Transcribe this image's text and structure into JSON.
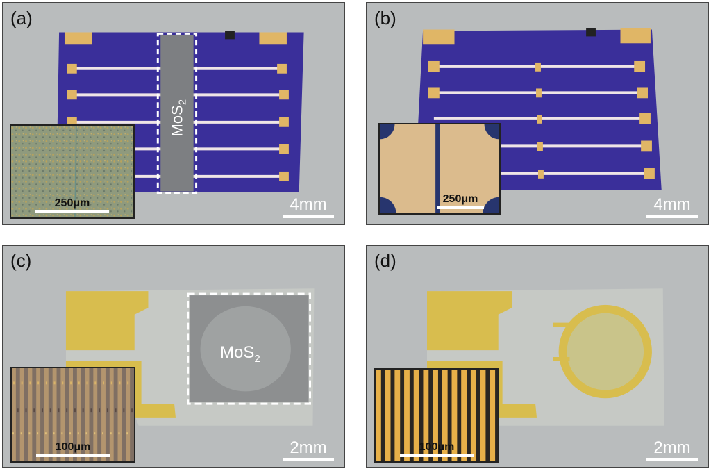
{
  "panels": [
    {
      "label": "(a)",
      "scale_bar": "4mm",
      "inset_scale_bar": "250μm",
      "overlay_label": "MoS",
      "overlay_sub": "2"
    },
    {
      "label": "(b)",
      "scale_bar": "4mm",
      "inset_scale_bar": "250μm"
    },
    {
      "label": "(c)",
      "scale_bar": "2mm",
      "inset_scale_bar": "100μm",
      "overlay_label": "MoS",
      "overlay_sub": "2"
    },
    {
      "label": "(d)",
      "scale_bar": "2mm",
      "inset_scale_bar": "100μm"
    }
  ],
  "colors": {
    "substrate": "#3a2f9a",
    "gold": "#e2b65c",
    "background": "#b9bcbd",
    "mos2": "#7d7f82"
  }
}
